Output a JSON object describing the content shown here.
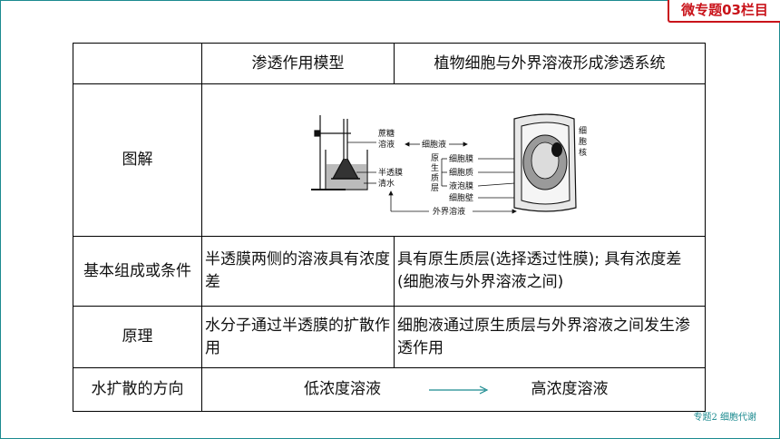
{
  "badge": "微专题03栏目",
  "table": {
    "header": {
      "col1": "",
      "col2": "渗透作用模型",
      "col3": "植物细胞与外界溶液形成渗透系统"
    },
    "diagram_row": {
      "label": "图解",
      "labels": {
        "sucrose_1": "蔗糖",
        "sucrose_2": "溶液",
        "membrane": "半透膜",
        "water": "清水",
        "cell_sap": "细胞液",
        "protoplast_1": "原",
        "protoplast_2": "生",
        "protoplast_3": "质",
        "protoplast_4": "层",
        "cell_membrane": "细胞膜",
        "cytoplasm": "细胞质",
        "vacuole_membrane": "液泡膜",
        "cell_wall": "细胞壁",
        "external": "外界溶液",
        "nucleus_1": "细",
        "nucleus_2": "胞",
        "nucleus_3": "核"
      }
    },
    "composition_row": {
      "label": "基本组成或条件",
      "model": "半透膜两侧的溶液具有浓度差",
      "cell": "具有原生质层(选择透过性膜); 具有浓度差(细胞液与外界溶液之间)"
    },
    "principle_row": {
      "label": "原理",
      "model": "水分子通过半透膜的扩散作用",
      "cell": "细胞液通过原生质层与外界溶液之间发生渗透作用"
    },
    "direction_row": {
      "label": "水扩散的方向",
      "from": "低浓度溶液",
      "to": "高浓度溶液"
    }
  },
  "footer": "专题2  细胞代谢",
  "colors": {
    "frame": "#1b8a8f",
    "badge": "#c9131a",
    "arrow": "#1b8a8f"
  }
}
